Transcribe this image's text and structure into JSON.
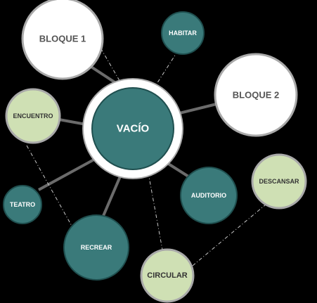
{
  "diagram": {
    "center": {
      "id": "vacio",
      "label": "VACÍO"
    },
    "nodes": [
      {
        "id": "bloque1",
        "label": "BLOQUE 1",
        "style": "white"
      },
      {
        "id": "bloque2",
        "label": "BLOQUE 2",
        "style": "white"
      },
      {
        "id": "habitar",
        "label": "HABITAR",
        "style": "teal"
      },
      {
        "id": "encuentro",
        "label": "ENCUENTRO",
        "style": "green"
      },
      {
        "id": "teatro",
        "label": "TEATRO",
        "style": "teal"
      },
      {
        "id": "recrear",
        "label": "RECREAR",
        "style": "teal"
      },
      {
        "id": "auditorio",
        "label": "AUDITORIO",
        "style": "teal"
      },
      {
        "id": "circular",
        "label": "CIRCULAR",
        "style": "green"
      },
      {
        "id": "descansar",
        "label": "DESCANSAR",
        "style": "green"
      }
    ],
    "links": [
      {
        "from": "vacio",
        "to": "bloque1",
        "style": "solid"
      },
      {
        "from": "vacio",
        "to": "bloque1",
        "style": "dashed"
      },
      {
        "from": "vacio",
        "to": "habitar",
        "style": "dashed"
      },
      {
        "from": "vacio",
        "to": "bloque2",
        "style": "solid"
      },
      {
        "from": "vacio",
        "to": "encuentro",
        "style": "solid"
      },
      {
        "from": "vacio",
        "to": "teatro",
        "style": "solid"
      },
      {
        "from": "vacio",
        "to": "recrear",
        "style": "solid"
      },
      {
        "from": "vacio",
        "to": "auditorio",
        "style": "solid"
      },
      {
        "from": "vacio",
        "to": "circular",
        "style": "dashed"
      },
      {
        "from": "encuentro",
        "to": "recrear",
        "style": "dashed"
      },
      {
        "from": "circular",
        "to": "descansar",
        "style": "dashed"
      }
    ],
    "colors": {
      "background": "#000000",
      "teal": "#3a7a7a",
      "green": "#cfe0b4",
      "white": "#ffffff",
      "ring": "#a9a9a9",
      "solid_line": "#6b6b6b",
      "dashed_line": "#c8c8c8",
      "teal_text": "#ffffff",
      "light_text": "#555555",
      "green_text": "#333333"
    }
  }
}
